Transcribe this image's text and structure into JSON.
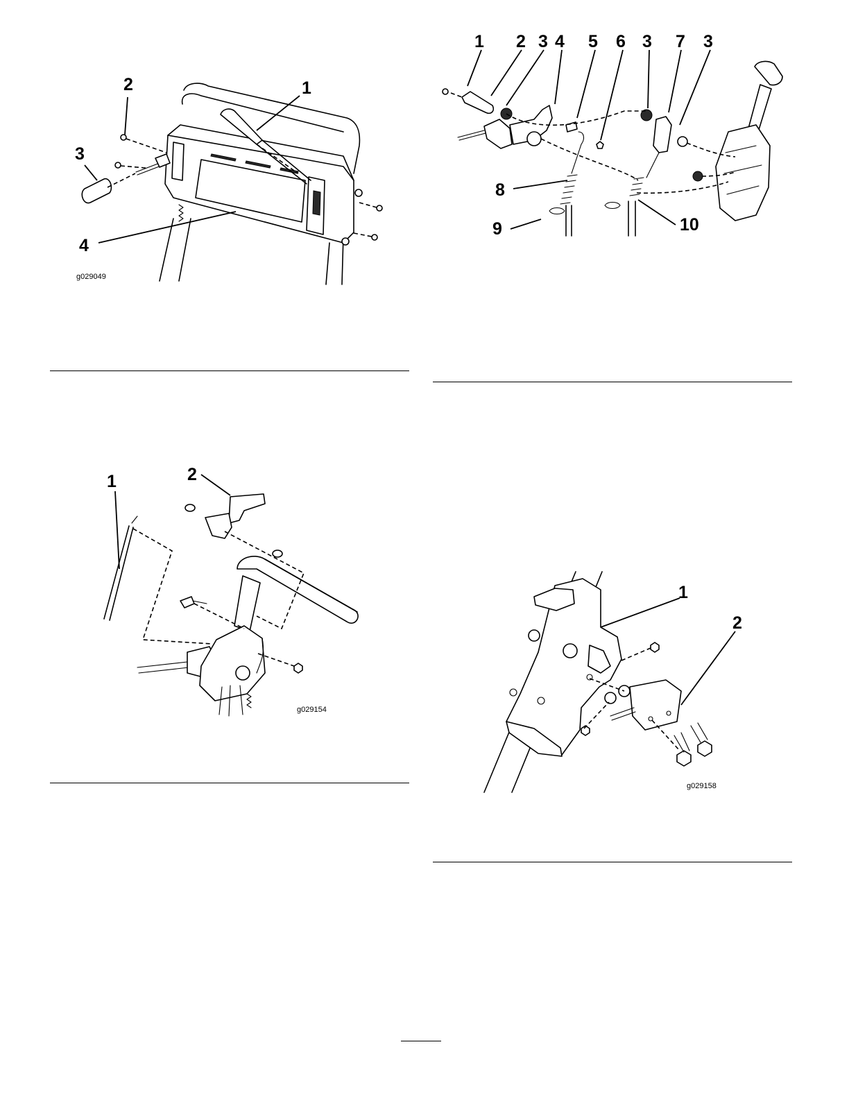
{
  "figures": [
    {
      "id": "g029049",
      "callouts": [
        "1",
        "2",
        "3",
        "4"
      ]
    },
    {
      "id": "g029154",
      "callouts": [
        "1",
        "2"
      ]
    },
    {
      "id": "g029158",
      "callouts": [
        "1",
        "2"
      ]
    },
    {
      "callouts": [
        "1",
        "2",
        "3",
        "4",
        "5",
        "6",
        "3",
        "7",
        "3",
        "8",
        "9",
        "10"
      ]
    }
  ]
}
